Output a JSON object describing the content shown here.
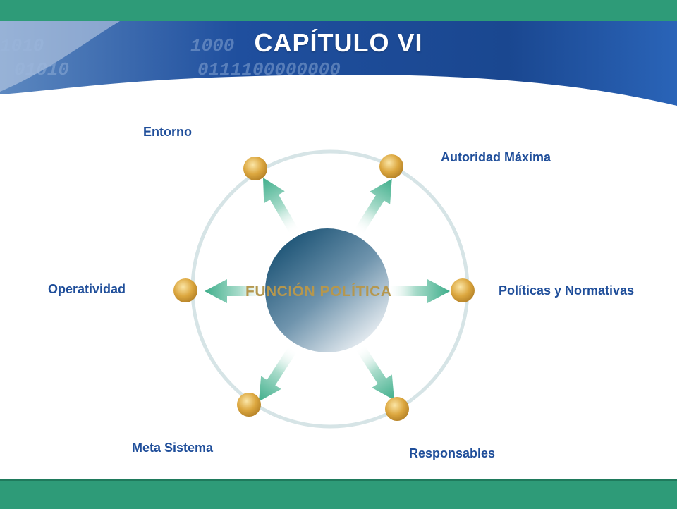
{
  "title": "CAPÍTULO VI",
  "center": "FUNCIÓN POLÍTICA",
  "nodes": {
    "entorno": "Entorno",
    "autoridad": "Autoridad Máxima",
    "operatividad": "Operatividad",
    "politicas": "Políticas y Normativas",
    "meta": "Meta Sistema",
    "responsables": "Responsables"
  },
  "colors": {
    "bar": "#2e9b78",
    "banner": "#1e4f9c",
    "label": "#1f4e9a",
    "center_text": "#b5974e",
    "arrow": "#4db393",
    "node": "#d9a43a"
  },
  "icons": [
    "binary-digits-graphic"
  ]
}
